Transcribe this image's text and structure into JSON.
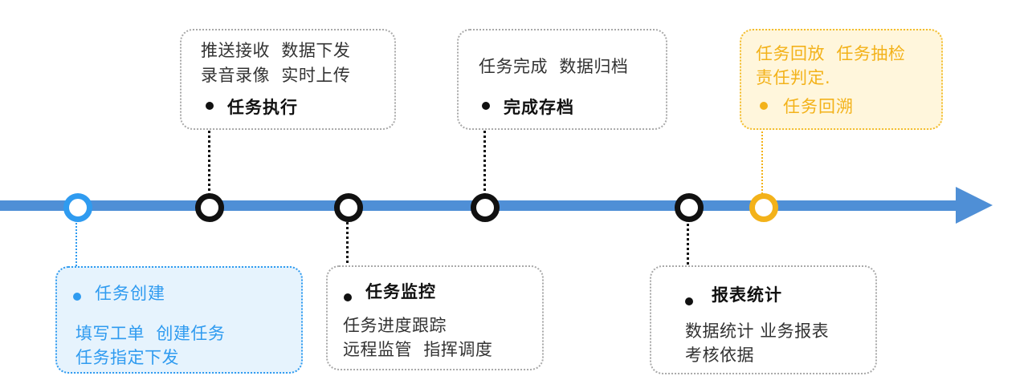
{
  "colors": {
    "axis": "#4f8fd6",
    "create": "#2f9bf0",
    "review": "#f3b21a",
    "neutral": "#111111",
    "border": "#a9a9a9"
  },
  "stages": {
    "create": {
      "title": "任务创建",
      "line1": "填写工单  创建任务",
      "line2": "任务指定下发"
    },
    "execute": {
      "title": "任务执行",
      "line1": "推送接收  数据下发",
      "line2": "录音录像  实时上传"
    },
    "monitor": {
      "title": "任务监控",
      "line1": "任务进度跟踪",
      "line2": "远程监管  指挥调度"
    },
    "archive": {
      "title": "完成存档",
      "line1": "任务完成  数据归档"
    },
    "report": {
      "title": "报表统计",
      "line1": "数据统计 业务报表",
      "line2": "考核依据"
    },
    "review": {
      "title": "任务回溯",
      "line1": "任务回放  任务抽检",
      "line2": "责任判定."
    }
  }
}
